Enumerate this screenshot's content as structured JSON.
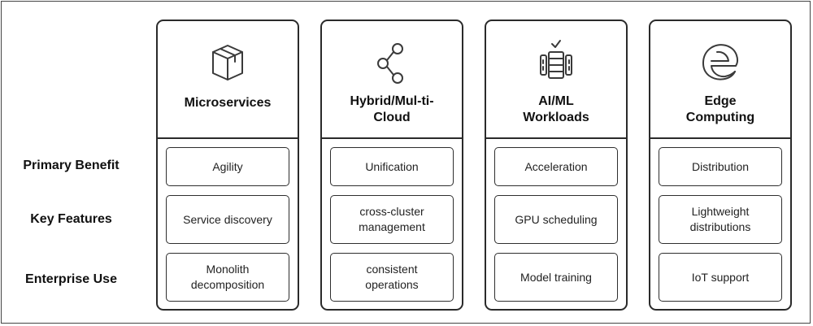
{
  "row_labels": [
    "Primary Benefit",
    "Key Features",
    "Enterprise Use"
  ],
  "columns": [
    {
      "title": "Microservices",
      "icon": "cube-icon",
      "cells": [
        "Agility",
        "Service discovery",
        "Monolith decomposition"
      ]
    },
    {
      "title": "Hybrid/Mul-ti-Cloud",
      "icon": "nodes-link-icon",
      "cells": [
        "Unification",
        "cross-cluster management",
        "consistent operations"
      ]
    },
    {
      "title": "AI/ML Workloads",
      "icon": "gpu-chip-icon",
      "cells": [
        "Acceleration",
        "GPU scheduling",
        "Model training"
      ]
    },
    {
      "title": "Edge Computing",
      "icon": "edge-e-icon",
      "cells": [
        "Distribution",
        "Lightweight distributions",
        "IoT support"
      ]
    }
  ]
}
